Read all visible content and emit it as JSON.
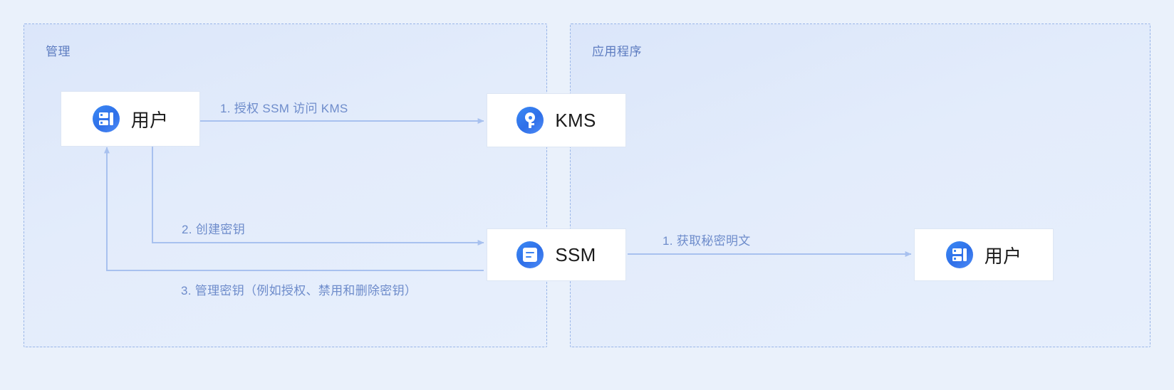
{
  "zones": [
    {
      "id": "management",
      "label": "管理"
    },
    {
      "id": "application",
      "label": "应用程序"
    }
  ],
  "nodes": [
    {
      "id": "user-left",
      "label": "用户",
      "icon": "server-icon"
    },
    {
      "id": "kms",
      "label": "KMS",
      "icon": "key-icon"
    },
    {
      "id": "ssm",
      "label": "SSM",
      "icon": "document-icon"
    },
    {
      "id": "user-right",
      "label": "用户",
      "icon": "server-icon"
    }
  ],
  "edges": [
    {
      "id": "edge-1",
      "label": "1. 授权 SSM 访问 KMS",
      "from": "user-left",
      "to": "kms"
    },
    {
      "id": "edge-2",
      "label": "2. 创建密钥",
      "from": "user-left",
      "to": "ssm"
    },
    {
      "id": "edge-3",
      "label": "3. 管理密钥（例如授权、禁用和删除密钥）",
      "from": "ssm",
      "to": "user-left"
    },
    {
      "id": "edge-4",
      "label": "1. 获取秘密明文",
      "from": "ssm",
      "to": "user-right"
    }
  ],
  "colors": {
    "background": "#eaf1fb",
    "zone_fill": "#dfe9fb",
    "zone_border": "#9ab6e8",
    "connector": "#a8c1ef",
    "label_text": "#6e8ccb",
    "zone_label_text": "#5d7cc0",
    "node_label_text": "#1b1b1b",
    "icon_blue": "#3b82f2",
    "node_fill": "#ffffff"
  }
}
